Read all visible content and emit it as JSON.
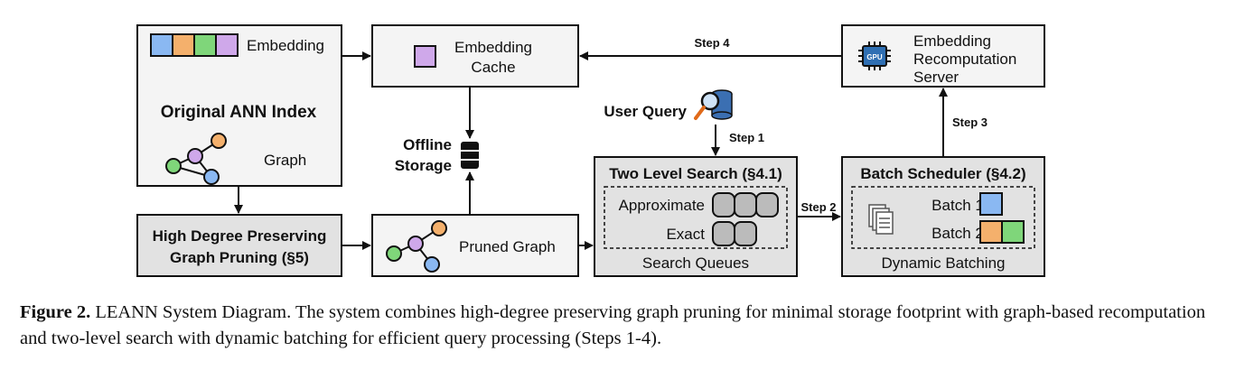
{
  "nodes": {
    "ann_index": {
      "title": "Original ANN Index",
      "embedding_label": "Embedding",
      "graph_label": "Graph"
    },
    "pruning": {
      "line1": "High Degree Preserving",
      "line2": "Graph Pruning (§5)"
    },
    "embedding_cache": {
      "line1": "Embedding",
      "line2": "Cache"
    },
    "offline_storage": {
      "line1": "Offline",
      "line2": "Storage"
    },
    "pruned_graph": {
      "label": "Pruned Graph"
    },
    "user_query": {
      "label": "User Query"
    },
    "two_level_search": {
      "title": "Two Level Search (§4.1)",
      "approximate": "Approximate",
      "exact": "Exact",
      "footer": "Search Queues"
    },
    "batch_scheduler": {
      "title": "Batch Scheduler (§4.2)",
      "batch1": "Batch 1",
      "batch2": "Batch 2",
      "footer": "Dynamic Batching"
    },
    "recompute_server": {
      "line1": "Embedding",
      "line2": "Recomputation",
      "line3": "Server",
      "chip_label": "GPU"
    }
  },
  "edges": {
    "step1": "Step 1",
    "step2": "Step 2",
    "step3": "Step 3",
    "step4": "Step 4"
  },
  "caption": {
    "label": "Figure 2.",
    "text": "LEANN System Diagram. The system combines high-degree preserving graph pruning for minimal storage footprint with graph-based recomputation and two-level search with dynamic batching for efficient query processing (Steps 1-4)."
  },
  "colors": {
    "blue": "#8ab8f2",
    "orange": "#f4b06c",
    "green": "#7fd67a",
    "purple": "#cfa8ea",
    "box_fill": "#f4f4f4",
    "dark_fill": "#e2e2e2",
    "stroke": "#111111"
  }
}
